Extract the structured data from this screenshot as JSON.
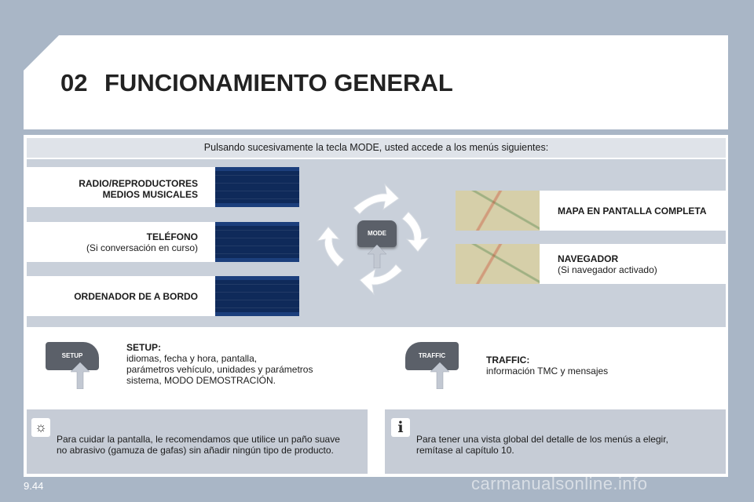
{
  "chapter": {
    "number": "02",
    "title": "FUNCIONAMIENTO GENERAL"
  },
  "intro": "Pulsando sucesivamente la tecla MODE, usted accede a los menús siguientes:",
  "modes_left": [
    {
      "line1": "RADIO/REPRODUCTORES",
      "line2": "MEDIOS MUSICALES"
    },
    {
      "title": "TELÉFONO",
      "subtitle": "(Si conversación en curso)"
    },
    {
      "title": "ORDENADOR DE A BORDO"
    }
  ],
  "modes_right": [
    {
      "title": "MAPA EN PANTALLA COMPLETA"
    },
    {
      "title": "NAVEGADOR",
      "subtitle": "(Si navegador activado)"
    }
  ],
  "mode_key": "MODE",
  "setup": {
    "key": "SETUP",
    "title": "SETUP:",
    "lines": [
      "idiomas, fecha y hora, pantalla,",
      "parámetros vehículo, unidades y parámetros",
      "sistema, MODO DEMOSTRACIÓN."
    ]
  },
  "traffic": {
    "key": "TRAFFIC",
    "title": "TRAFFIC:",
    "text": "información TMC y mensajes"
  },
  "tip": {
    "icon": "sun-icon",
    "lines": [
      "Para cuidar la pantalla, le recomendamos que utilice un paño suave",
      "no abrasivo (gamuza de gafas) sin añadir ningún tipo de producto."
    ]
  },
  "info": {
    "icon": "info-icon",
    "lines": [
      "Para tener una vista global del detalle de los menús a elegir,",
      "remítase al capítulo 10."
    ]
  },
  "page_number": "9.44",
  "watermark": "carmanualsonline.info",
  "colors": {
    "background": "#a9b6c6",
    "band": "#c9d0da",
    "screen": "#0f2a5a"
  }
}
